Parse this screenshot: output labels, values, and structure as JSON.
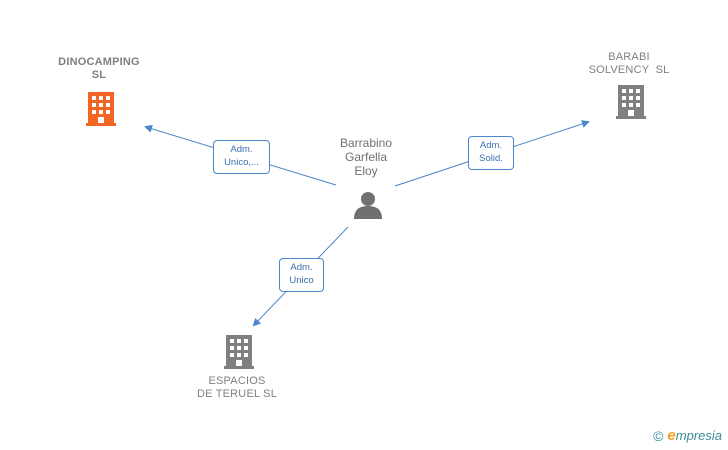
{
  "nodes": {
    "dinocamping": {
      "line1": "DINOCAMPING",
      "line2": "SL",
      "color": "#f26522"
    },
    "barabi": {
      "line1": "BARABI",
      "line2": "SOLVENCY  SL",
      "color": "#808080"
    },
    "espacios": {
      "line1": "ESPACIOS",
      "line2": "DE TERUEL SL",
      "color": "#808080"
    },
    "person": {
      "line1": "Barrabino",
      "line2": "Garfella",
      "line3": "Eloy",
      "color": "#707070"
    }
  },
  "edges": {
    "to_dinocamping": {
      "line1": "Adm.",
      "line2": "Unico,..."
    },
    "to_barabi": {
      "line1": "Adm.",
      "line2": "Solid."
    },
    "to_espacios": {
      "line1": "Adm.",
      "line2": "Unico"
    }
  },
  "colors": {
    "edge": "#4a86c8",
    "highlight_company": "#f26522",
    "company": "#808080"
  },
  "footer": {
    "copyright": "©",
    "brand_initial": "e",
    "brand_rest": "mpresia"
  }
}
